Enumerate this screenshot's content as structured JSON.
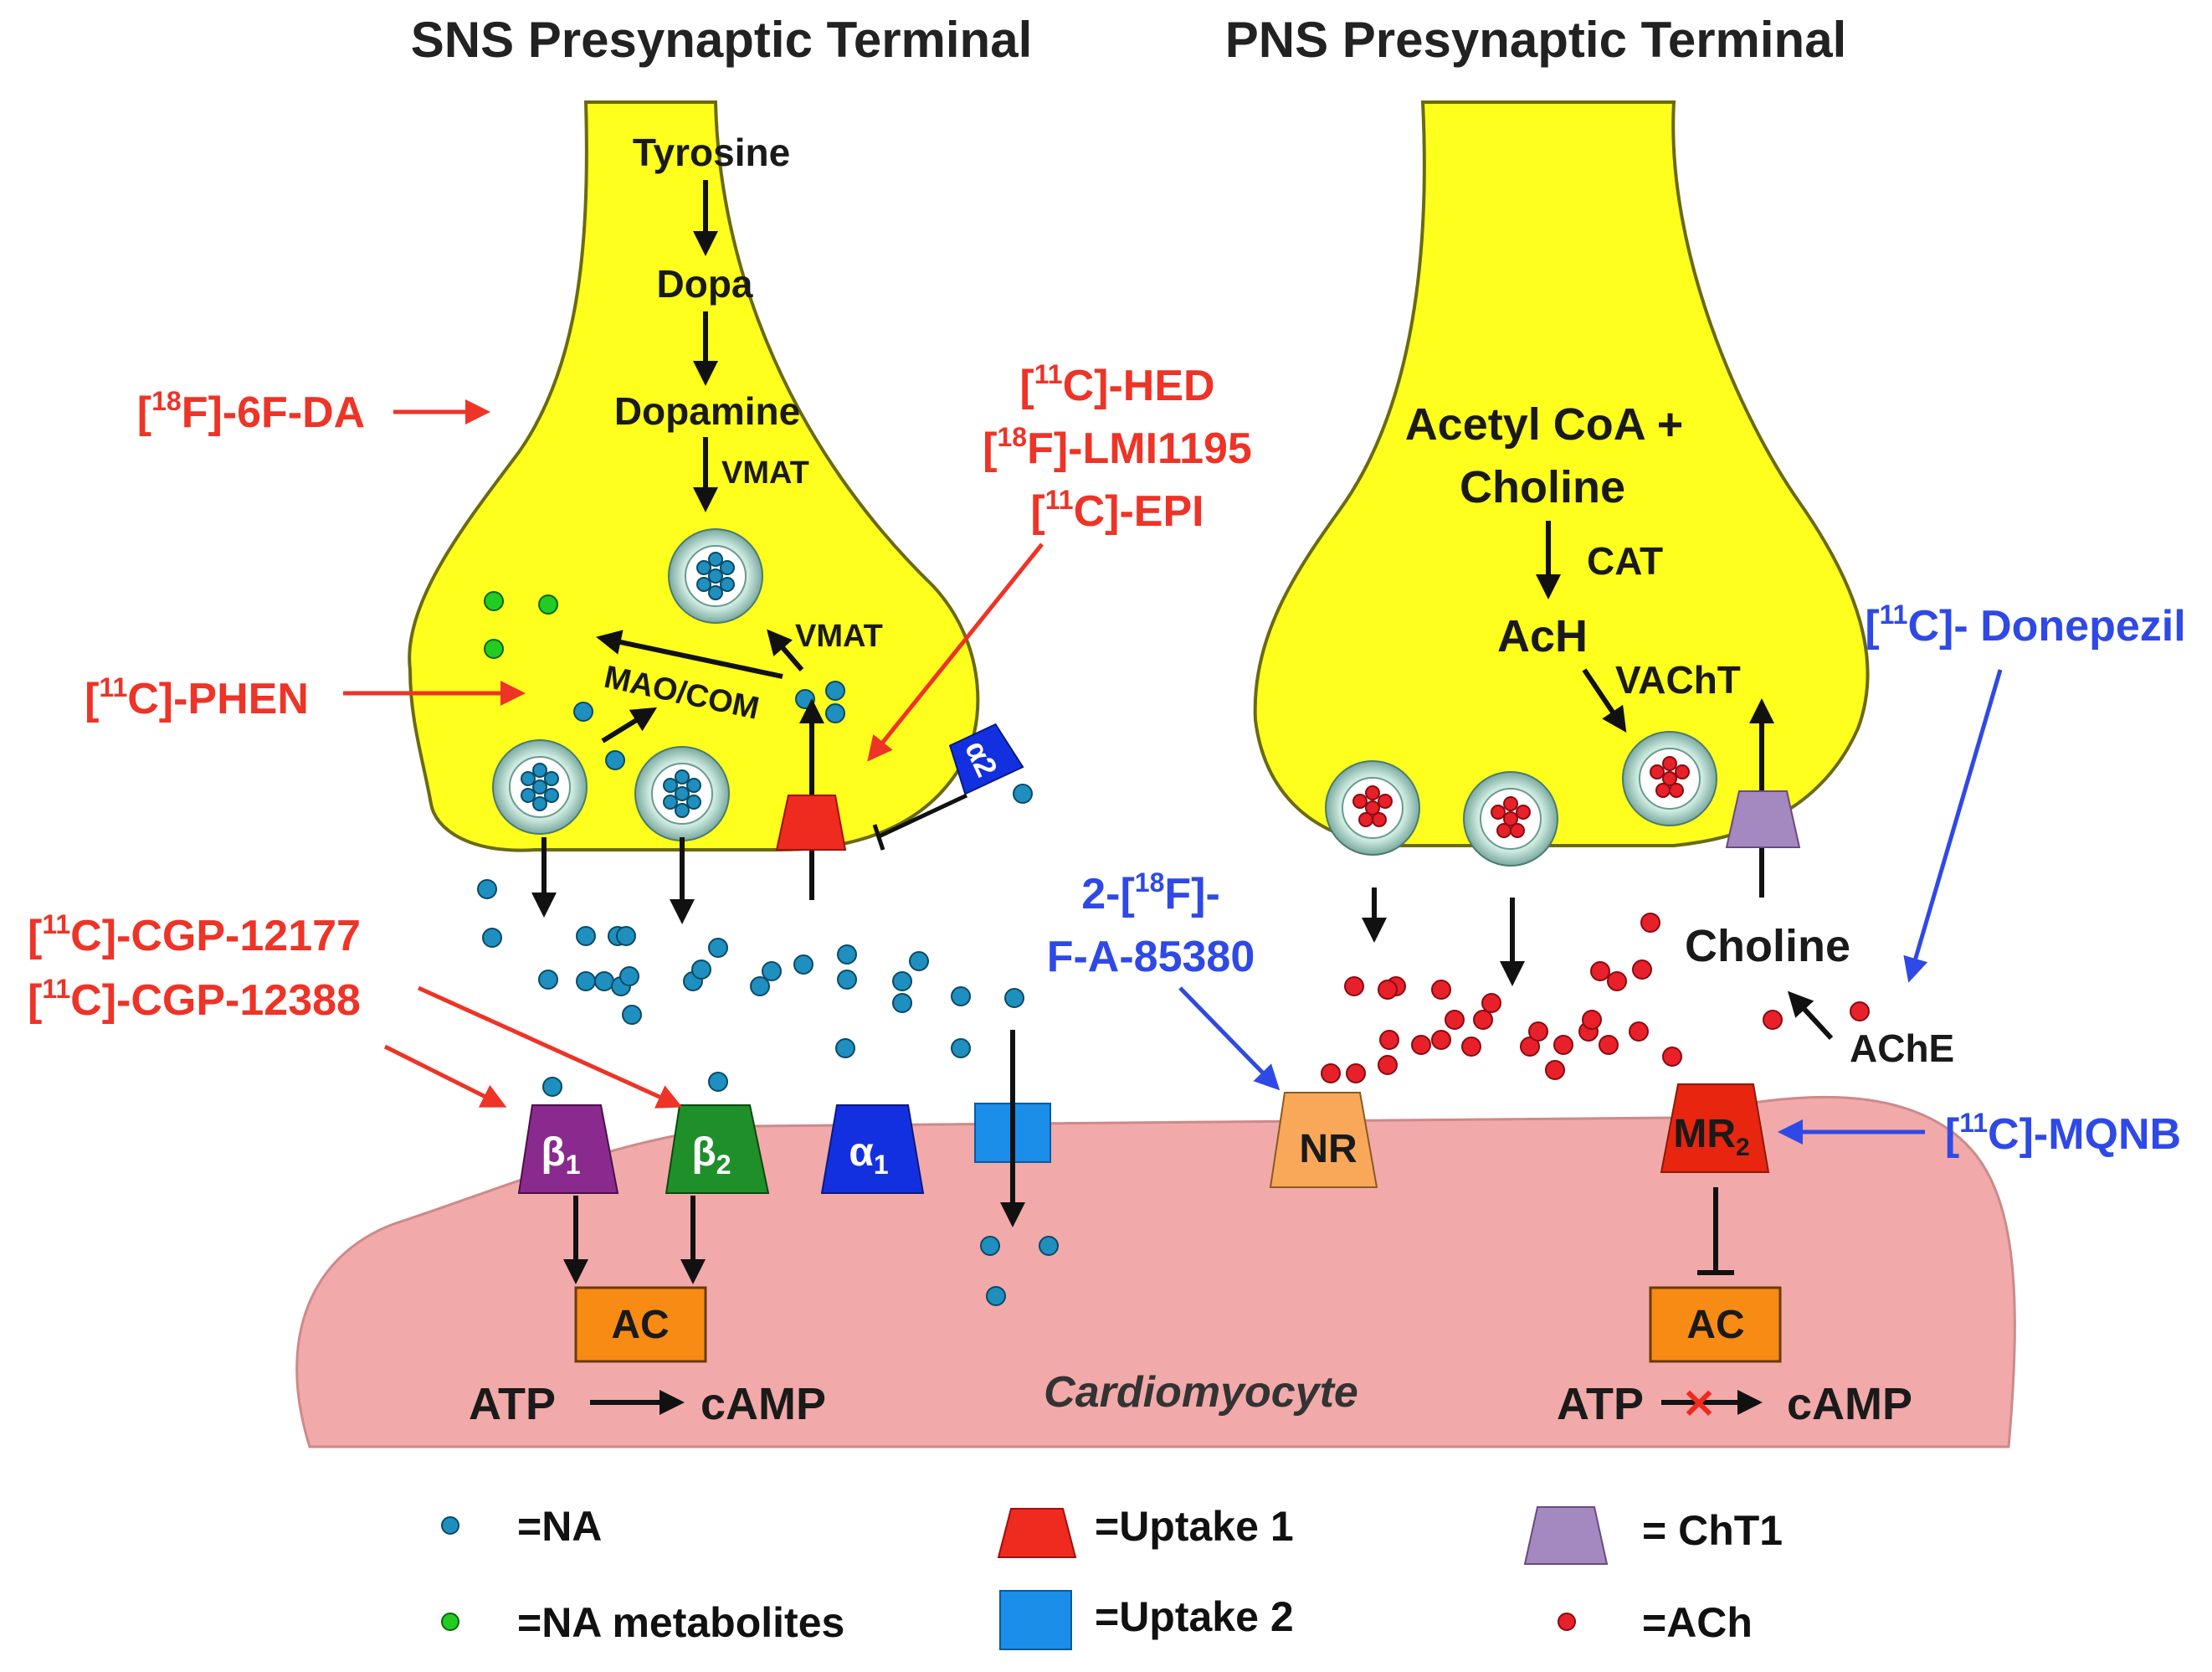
{
  "titles": {
    "sns": "SNS Presynaptic Terminal",
    "pns": "PNS Presynaptic Terminal"
  },
  "sns_terminal": {
    "tyrosine": "Tyrosine",
    "dopa": "Dopa",
    "dopamine": "Dopamine",
    "vmat_1": "VMAT",
    "vmat_2": "VMAT",
    "mao_com": "MAO/COM",
    "alpha2": "α2"
  },
  "pns_terminal": {
    "acetyl_coa": "Acetyl CoA +",
    "choline": "Choline",
    "cat": "CAT",
    "ach": "AcH",
    "vacht": "VAChT"
  },
  "synaptic_cleft": {
    "choline": "Choline",
    "ache": "AChE"
  },
  "tracers": {
    "f18_6fda": {
      "prefix": "[",
      "sup": "18",
      "body": "F]-6F-DA"
    },
    "c11_hed": {
      "prefix": "[",
      "sup": "11",
      "body": "C]-HED"
    },
    "f18_lmi": {
      "prefix": "[",
      "sup": "18",
      "body": "F]-LMI1195"
    },
    "c11_epi": {
      "prefix": "[",
      "sup": "11",
      "body": "C]-EPI"
    },
    "c11_phen": {
      "prefix": "[",
      "sup": "11",
      "body": "C]-PHEN"
    },
    "c11_cgp12177": {
      "prefix": "[",
      "sup": "11",
      "body": "C]-CGP-12177"
    },
    "c11_cgp12388": {
      "prefix": "[",
      "sup": "11",
      "body": "C]-CGP-12388"
    },
    "f18_fa85380_line1": {
      "prefix": "2-[",
      "sup": "18",
      "body": "F]-"
    },
    "f18_fa85380_line2": "F-A-85380",
    "c11_donepezil": {
      "prefix": "[",
      "sup": "11",
      "body": "C]- Donepezil"
    },
    "c11_mqnb": {
      "prefix": "[",
      "sup": "11",
      "body": "C]-MQNB"
    }
  },
  "receptors": {
    "beta1": {
      "main": "β",
      "sub": "1"
    },
    "beta2": {
      "main": "β",
      "sub": "2"
    },
    "alpha1": {
      "main": "α",
      "sub": "1"
    },
    "nr": "NR",
    "mr2": {
      "main": "MR",
      "sub": "2"
    }
  },
  "cardiomyocyte": {
    "label": "Cardiomyocyte",
    "ac_left": "AC",
    "ac_right": "AC",
    "atp_left": "ATP",
    "camp_left": "cAMP",
    "atp_right": "ATP",
    "camp_right": "cAMP"
  },
  "legend": {
    "na": "=NA",
    "na_metabolites": "=NA metabolites",
    "uptake1": "=Uptake 1",
    "uptake2": "=Uptake 2",
    "cht1": "= ChT1",
    "ach": "=ACh"
  },
  "colors": {
    "terminal_fill": "#ffff1e",
    "cardiomyocyte_fill": "#f2a9a9",
    "tracer_red": "#ee3327",
    "tracer_blue": "#2f49e6",
    "na_dot": "#1e8fbf",
    "metabolite_dot": "#22cc22",
    "ach_dot": "#e8202a",
    "beta1": "#8b2a8e",
    "beta2": "#1f8f2a",
    "alpha1": "#1330e0",
    "uptake1": "#ee2b1e",
    "uptake2": "#1a8ee8",
    "cht1": "#a488c0",
    "nr": "#f9a85a",
    "mr2": "#e8250f",
    "ac": "#f78b14"
  }
}
